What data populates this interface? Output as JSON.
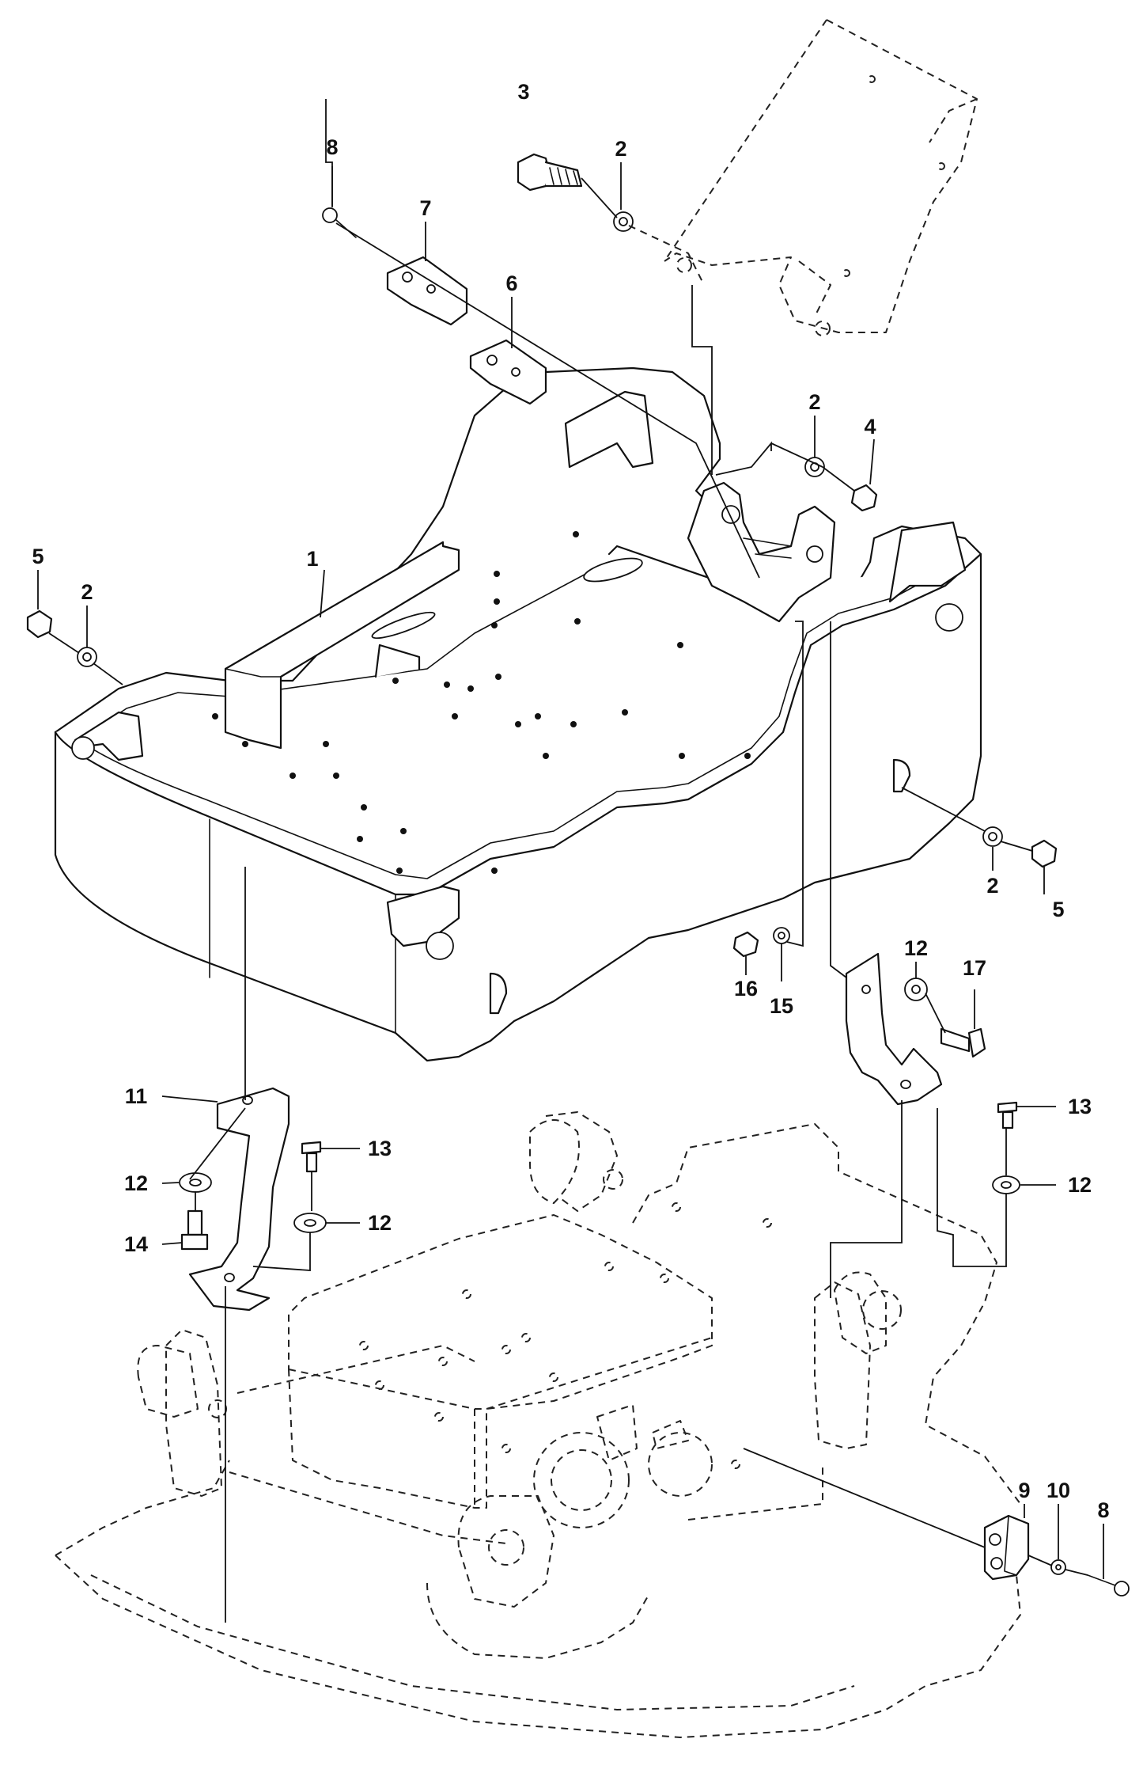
{
  "callouts": [
    {
      "id": "c1",
      "text": "1"
    },
    {
      "id": "c2a",
      "text": "2"
    },
    {
      "id": "c2b",
      "text": "2"
    },
    {
      "id": "c2c",
      "text": "2"
    },
    {
      "id": "c2d",
      "text": "2"
    },
    {
      "id": "c3",
      "text": "3"
    },
    {
      "id": "c4",
      "text": "4"
    },
    {
      "id": "c5a",
      "text": "5"
    },
    {
      "id": "c5b",
      "text": "5"
    },
    {
      "id": "c6",
      "text": "6"
    },
    {
      "id": "c7",
      "text": "7"
    },
    {
      "id": "c8a",
      "text": "8"
    },
    {
      "id": "c8b",
      "text": "8"
    },
    {
      "id": "c9",
      "text": "9"
    },
    {
      "id": "c10",
      "text": "10"
    },
    {
      "id": "c11",
      "text": "11"
    },
    {
      "id": "c12a",
      "text": "12"
    },
    {
      "id": "c12b",
      "text": "12"
    },
    {
      "id": "c12c",
      "text": "12"
    },
    {
      "id": "c12d",
      "text": "12"
    },
    {
      "id": "c13a",
      "text": "13"
    },
    {
      "id": "c13b",
      "text": "13"
    },
    {
      "id": "c14",
      "text": "14"
    },
    {
      "id": "c15",
      "text": "15"
    },
    {
      "id": "c16",
      "text": "16"
    },
    {
      "id": "c17",
      "text": "17"
    }
  ],
  "colors": {
    "line": "#111111",
    "background": "#ffffff"
  }
}
